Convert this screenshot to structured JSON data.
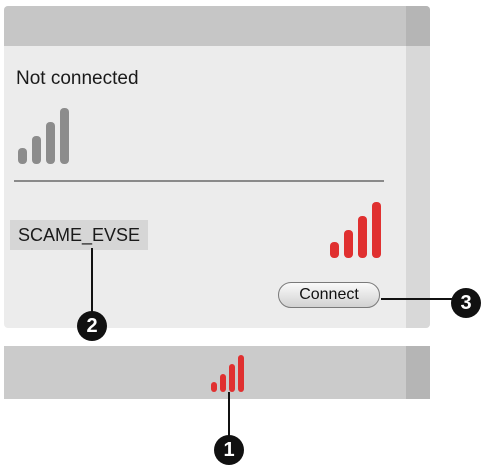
{
  "status": {
    "text": "Not connected"
  },
  "network": {
    "ssid": "SCAME_EVSE"
  },
  "actions": {
    "connect_label": "Connect"
  },
  "callouts": {
    "marker_1": "1",
    "marker_2": "2",
    "marker_3": "3"
  },
  "icons": {
    "signal_disconnected": "signal-strength-icon",
    "signal_network": "signal-strength-icon",
    "signal_status_bar": "signal-strength-icon"
  },
  "colors": {
    "signal_inactive": "#8c8c8c",
    "signal_active": "#e03030",
    "panel_bg": "#ececec",
    "header_bg": "#c6c6c6"
  }
}
